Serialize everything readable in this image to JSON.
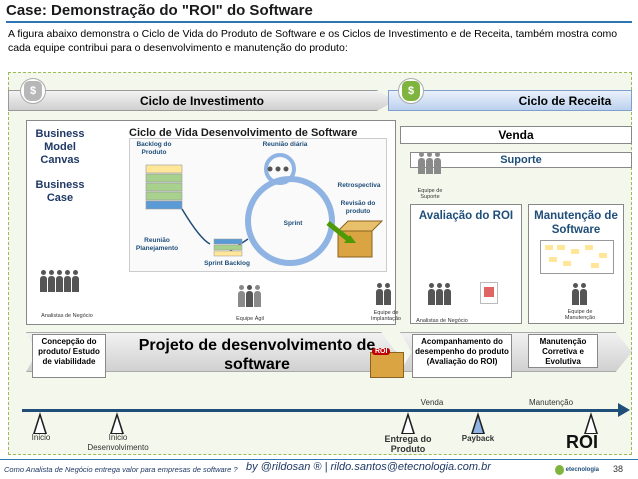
{
  "header": {
    "title": "Case: Demonstração do \"ROI\" do Software",
    "description": "A figura abaixo demonstra o Ciclo de Vida do Produto de Software e os Ciclos de Investimento e de Receita, também mostra como cada equipe contribui para o desenvolvimento e manutenção do produto:"
  },
  "bands": {
    "investimento": "Ciclo de Investimento",
    "receita": "Ciclo de Receita",
    "coin_symbol": "$"
  },
  "left_panel": {
    "business_model": "Business Model Canvas",
    "business_case": "Business Case",
    "team": "Analistas de Negócio"
  },
  "lifecycle": {
    "title": "Ciclo de Vida Desenvolvimento de Software",
    "labels": {
      "backlog": "Backlog do Produto",
      "reuniao_diaria": "Reunião diária",
      "retrospectiva": "Retrospectiva",
      "sprint": "Sprint",
      "revisao": "Revisão do produto",
      "planejamento": "Reunião Planejamento",
      "sprint_backlog": "Sprint Backlog"
    },
    "team_agil": "Equipe Ágil",
    "team_implantacao": "Equipe de Implantação"
  },
  "right_panel": {
    "venda": "Venda",
    "suporte": "Suporte",
    "team_suporte": "Equipe de Suporte",
    "avaliacao": "Avaliação do ROI",
    "manutencao": "Manutenção de Software",
    "team_negocio": "Analistas de Negócio",
    "team_manutencao": "Equipe de Manutenção"
  },
  "phases": {
    "concepcao": "Concepção do produto/ Estudo de viabilidade",
    "projeto": "Projeto de desenvolvimento de software",
    "roi_tag": "ROI",
    "acompanhamento": "Acompanhamento do desempenho do produto (Avaliação do ROI)",
    "manut_corretiva": "Manutenção Corretiva e Evolutiva"
  },
  "timeline": {
    "inicio": "Inicio",
    "inicio_dev": "Inicio Desenvolvimento",
    "venda": "Venda",
    "manutencao": "Manutenção",
    "entrega": "Entrega do Produto",
    "payback": "Payback",
    "roi": "ROI"
  },
  "footer": {
    "left": "Como Analista de Negócio entrega valor para empresas de software ?",
    "mid": "by @rildosan ® | rildo.santos@etecnologia.com.br",
    "logo": "etecnologia",
    "page": "38"
  },
  "colors": {
    "accent": "#1f4e79",
    "rule": "#2e75b6",
    "coin_green": "#7fb53f",
    "payback": "#8fb4e3",
    "stripe_blue": "#5b9bd5",
    "stripe_green": "#a9d18e",
    "stripe_yellow": "#ffe699"
  }
}
